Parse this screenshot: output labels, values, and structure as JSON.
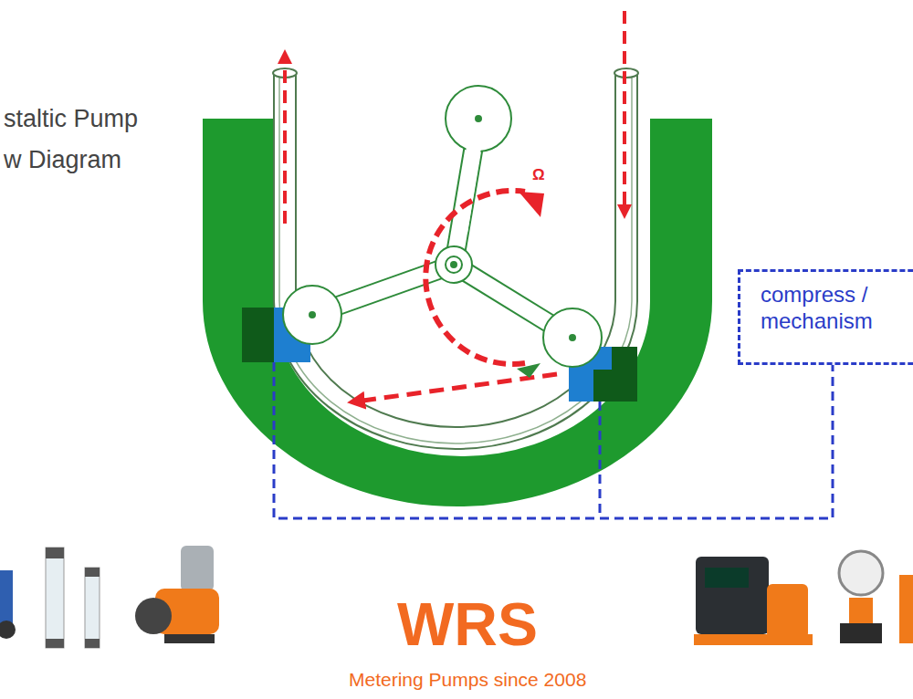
{
  "diagram": {
    "title": "staltic Pump w Diagram",
    "nodes": [
      {
        "text": [
          "compress / mechanism"
        ]
      }
    ],
    "labels": [
      "Ω",
      "WRS",
      "Metering Pumps since 2008"
    ]
  }
}
